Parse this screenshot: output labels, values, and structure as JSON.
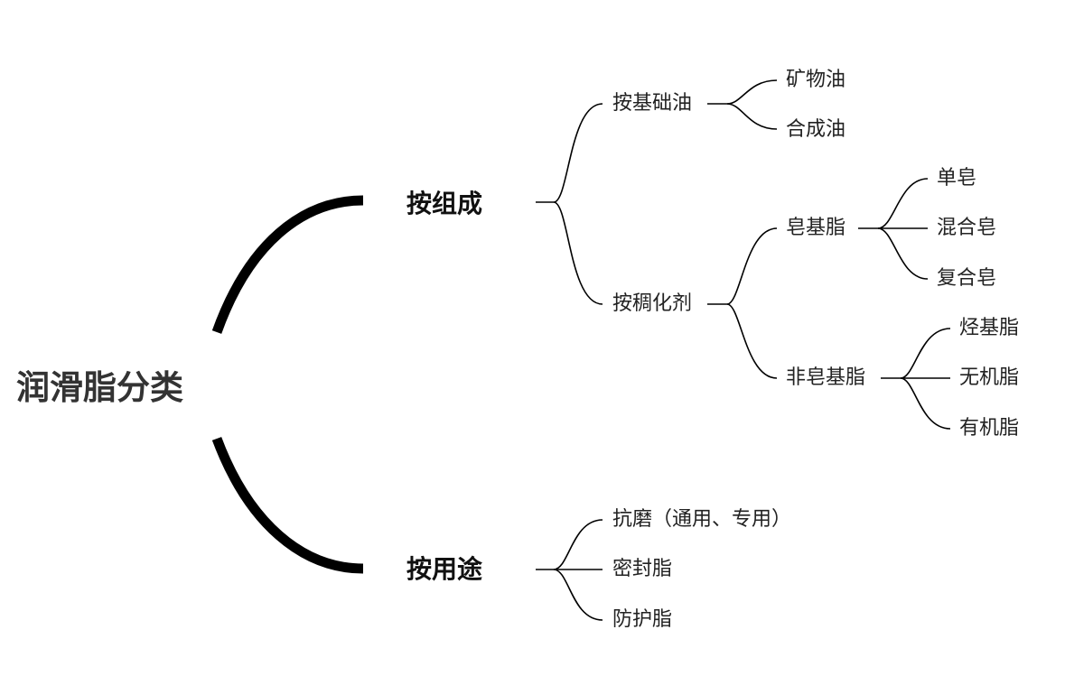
{
  "root": "润滑脂分类",
  "composition": {
    "label": "按组成",
    "base_oil": {
      "label": "按基础油",
      "children": [
        "矿物油",
        "合成油"
      ]
    },
    "thickener": {
      "label": "按稠化剂",
      "soap": {
        "label": "皂基脂",
        "children": [
          "单皂",
          "混合皂",
          "复合皂"
        ]
      },
      "non_soap": {
        "label": "非皂基脂",
        "children": [
          "烃基脂",
          "无机脂",
          "有机脂"
        ]
      }
    }
  },
  "usage": {
    "label": "按用途",
    "children": [
      "抗磨（通用、专用）",
      "密封脂",
      "防护脂"
    ]
  }
}
